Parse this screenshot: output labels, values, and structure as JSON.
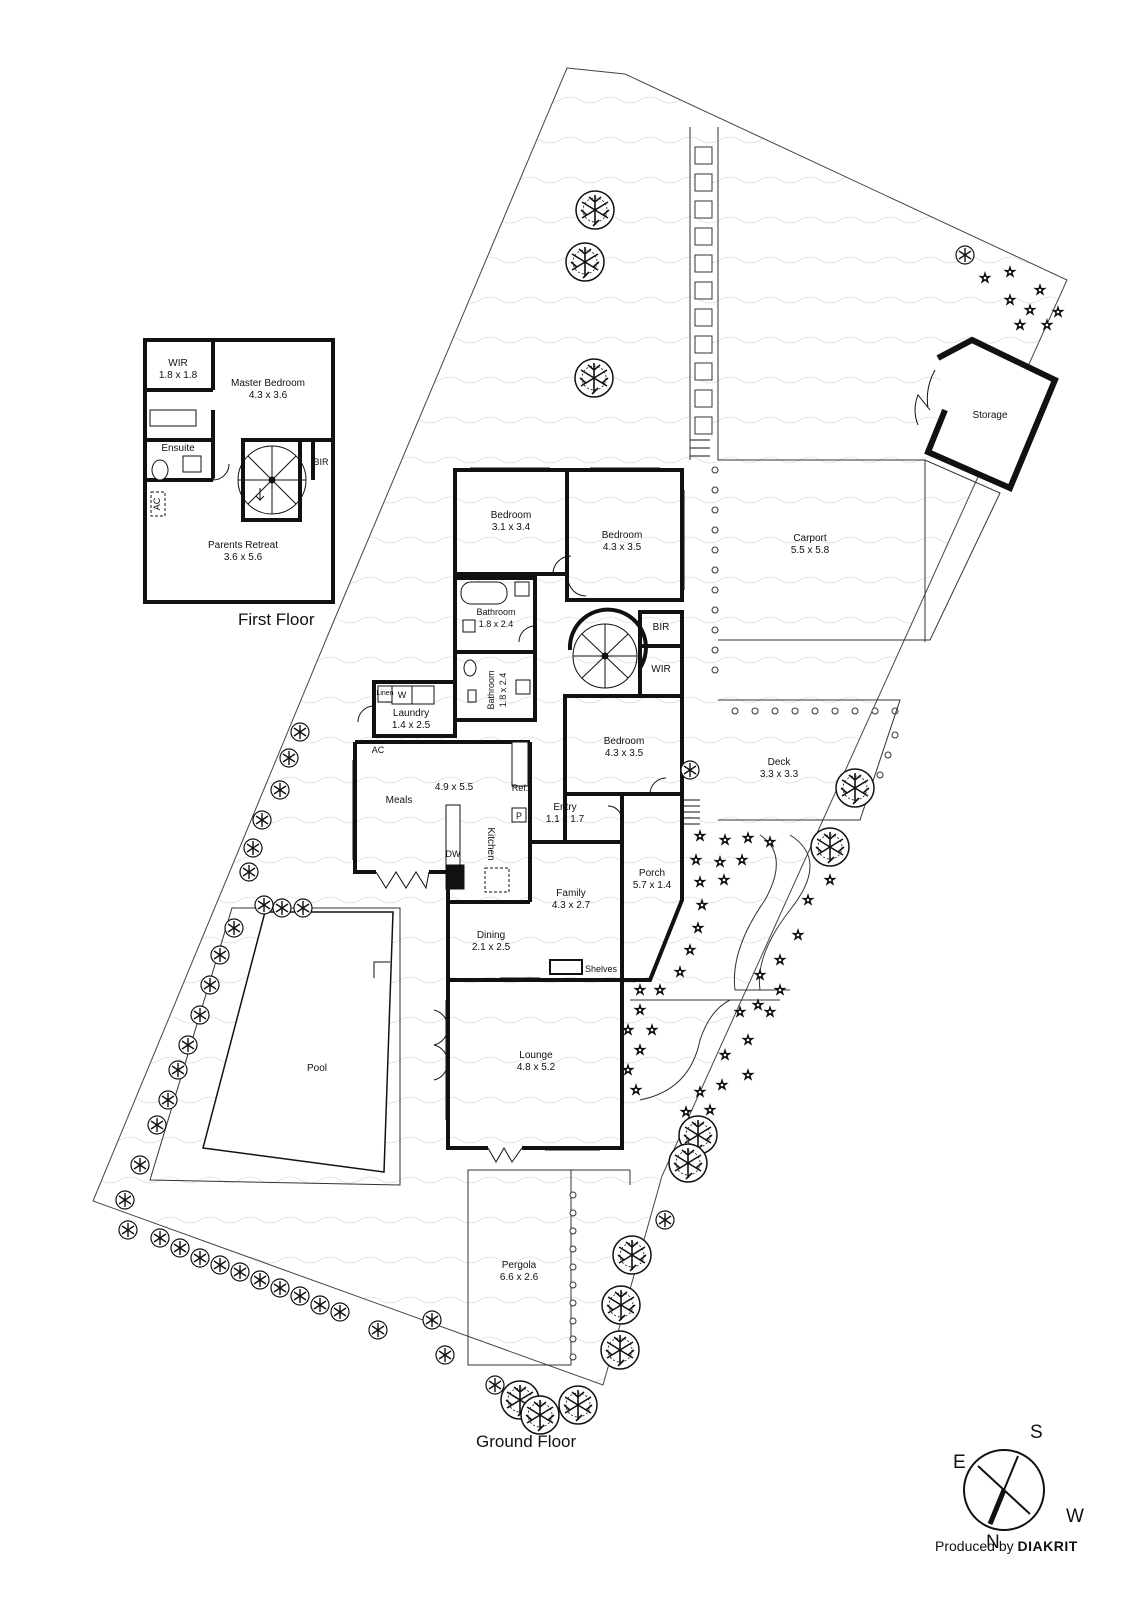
{
  "floors": {
    "ground": "Ground Floor",
    "first": "First Floor"
  },
  "ground_rooms": [
    {
      "name": "Bedroom",
      "dims": "3.1 x 3.4"
    },
    {
      "name": "Bedroom",
      "dims": "4.3 x 3.5"
    },
    {
      "name": "Bathroom",
      "dims": "1.8 x 2.4"
    },
    {
      "name": "Bathroom",
      "dims": "1.8 x 2.4"
    },
    {
      "name": "BIR"
    },
    {
      "name": "WIR"
    },
    {
      "name": "Bedroom",
      "dims": "4.3 x 3.5"
    },
    {
      "name": "Laundry",
      "dims": "1.4 x 2.5"
    },
    {
      "name": "Meals"
    },
    {
      "name": "Kitchen",
      "dims": "4.9 x 5.5"
    },
    {
      "name": "Entry",
      "dims": "1.1 x 1.7"
    },
    {
      "name": "Family",
      "dims": "4.3 x 2.7"
    },
    {
      "name": "Dining",
      "dims": "2.1 x 2.5"
    },
    {
      "name": "Porch",
      "dims": "5.7 x 1.4"
    },
    {
      "name": "Lounge",
      "dims": "4.8 x 5.2"
    },
    {
      "name": "Pool"
    },
    {
      "name": "Pergola",
      "dims": "6.6 x 2.6"
    },
    {
      "name": "Deck",
      "dims": "3.3 x 3.3"
    },
    {
      "name": "Carport",
      "dims": "5.5 x 5.8"
    },
    {
      "name": "Storage"
    }
  ],
  "ground_fixtures": {
    "linen": "Linen",
    "washer": "W",
    "ac": "AC",
    "ref": "Ref.",
    "pantry": "P",
    "dishwasher": "DW",
    "shelves": "Shelves"
  },
  "first_rooms": [
    {
      "name": "WIR",
      "dims": "1.8 x 1.8"
    },
    {
      "name": "Master Bedroom",
      "dims": "4.3 x 3.6"
    },
    {
      "name": "Ensuite"
    },
    {
      "name": "BIR"
    },
    {
      "name": "Parents Retreat",
      "dims": "3.6 x 5.6"
    }
  ],
  "first_fixtures": {
    "ac": "AC"
  },
  "compass": {
    "s": "S",
    "e": "E",
    "w": "W",
    "n": "N"
  },
  "credit": {
    "prefix": "Produced by",
    "brand": "DIAKRIT"
  }
}
